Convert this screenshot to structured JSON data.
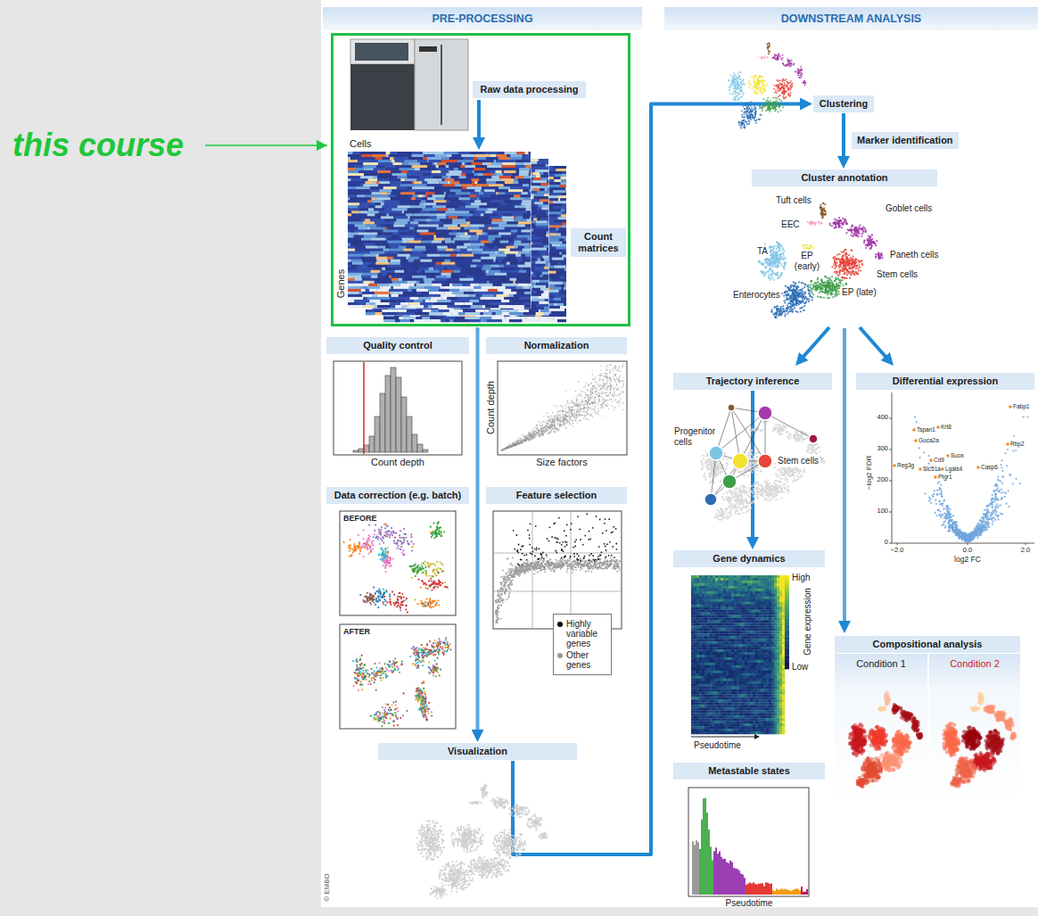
{
  "diagram": {
    "nodes": [
      {
        "text": [
          "PRE-PROCESSING"
        ]
      },
      {
        "text": [
          "DOWNSTREAM ANALYSIS"
        ]
      },
      {
        "text": [
          "Cells",
          "Genes"
        ]
      },
      {
        "text": [
          "Raw data processing"
        ],
        "in": 2
      },
      {
        "text": [
          "Count matrices"
        ],
        "in": 2
      },
      {
        "text": [
          "Quality control"
        ]
      },
      {
        "text": [
          "Normalization"
        ]
      },
      {
        "text": [
          "Data correction (e.g. batch)"
        ]
      },
      {
        "text": [
          "Feature selection"
        ]
      },
      {
        "text": [
          "Visualization"
        ]
      },
      {
        "text": [
          "Clustering"
        ]
      },
      {
        "text": [
          "Cluster annotation"
        ]
      },
      {
        "text": [
          "Trajectory inference"
        ]
      },
      {
        "text": [
          "Differential expression"
        ]
      },
      {
        "text": [
          "Gene dynamics"
        ]
      },
      {
        "text": [
          "Compositional analysis"
        ]
      },
      {
        "text": [
          "Metastable states"
        ]
      }
    ],
    "edges": [
      {
        "from": 2,
        "to": 9,
        "arrow": "to"
      },
      {
        "from": 9,
        "to": 10,
        "arrow": "to"
      },
      {
        "from": 10,
        "to": 11,
        "label": "Marker identification",
        "arrow": "to"
      },
      {
        "from": 12,
        "to": 14,
        "arrow": "to"
      }
    ],
    "labels": [
      "this course",
      "Count depth",
      "Count depth",
      "Size factors",
      "BEFORE",
      "AFTER",
      "Tuft cells",
      "Goblet cells",
      "EEC",
      "TA",
      "EP (early)",
      "Paneth cells",
      "Stem cells",
      "Enterocytes",
      "EP (late)",
      "Progenitor cells",
      "Stem cells",
      "Fabp1",
      "Tspan1",
      "Krt8",
      "Guca2a",
      "Rbp2",
      "Reg3g",
      "Cd9",
      "Suox",
      "Slc51a",
      "Lgals4",
      "Ptgr1",
      "Casp6",
      "400",
      "300",
      "200",
      "100",
      "0",
      "−2.0",
      "0.0",
      "2.0",
      "−log2 FDR",
      "log2 FC",
      "High",
      "Gene expression",
      "Low",
      "Pseudotime",
      "Condition 1",
      "Condition 2",
      "Pseudotime",
      "© EMBO"
    ],
    "legend": [
      {
        "text": "Highly variable genes",
        "color": "#000000"
      },
      {
        "text": "Other genes",
        "color": "#999999"
      }
    ]
  }
}
